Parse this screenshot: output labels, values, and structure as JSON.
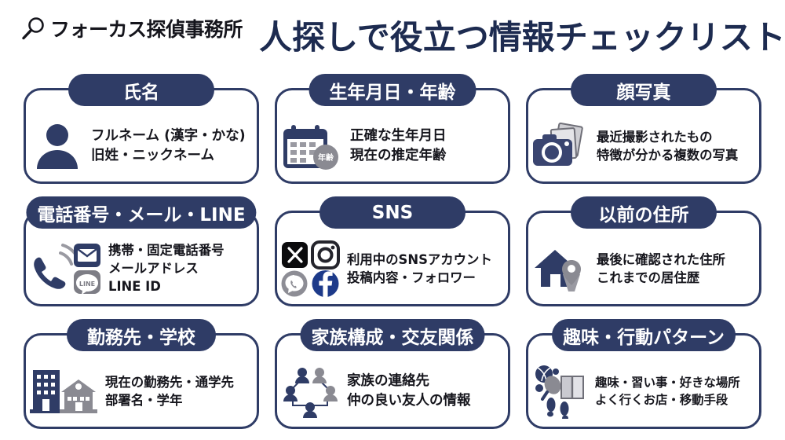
{
  "header": {
    "logo_icon": "magnifier-icon",
    "logo_text": "フォーカス探偵事務所",
    "title": "人探しで役立つ情報チェックリスト"
  },
  "colors": {
    "navy": "#2f3c66",
    "navy_title": "#1d2b50",
    "gray": "#8a8a92",
    "text": "#16161d",
    "background": "#ffffff"
  },
  "cards": [
    {
      "id": "name",
      "title": "氏名",
      "icons": [
        "person-icon"
      ],
      "lines": [
        "フルネーム (漢字・かな)",
        "旧姓・ニックネーム"
      ]
    },
    {
      "id": "birthdate-age",
      "title": "生年月日・年齢",
      "icons": [
        "calendar-icon",
        "age-badge-icon"
      ],
      "badge_label": "年齢",
      "lines": [
        "正確な生年月日",
        "現在の推定年齢"
      ]
    },
    {
      "id": "face-photo",
      "title": "顔写真",
      "icons": [
        "camera-icon",
        "photos-icon"
      ],
      "lines": [
        "最近撮影されたもの",
        "特徴が分かる複数の写真"
      ]
    },
    {
      "id": "phone-mail-line",
      "title": "電話番号・メール・LINE",
      "icons": [
        "phone-icon",
        "mail-icon",
        "line-icon"
      ],
      "line_label": "LINE",
      "lines": [
        "携帯・固定電話番号",
        "メールアドレス",
        "LINE ID"
      ]
    },
    {
      "id": "sns",
      "title": "SNS",
      "icons": [
        "x-icon",
        "instagram-icon",
        "whatsapp-icon",
        "facebook-icon"
      ],
      "lines": [
        "利用中のSNSアカウント",
        "投稿内容・フォロワー"
      ]
    },
    {
      "id": "previous-address",
      "title": "以前の住所",
      "icons": [
        "house-icon",
        "map-pin-icon"
      ],
      "lines": [
        "最後に確認された住所",
        "これまでの居住歴"
      ]
    },
    {
      "id": "workplace-school",
      "title": "勤務先・学校",
      "icons": [
        "office-building-icon",
        "school-icon"
      ],
      "lines": [
        "現在の勤務先・通学先",
        "部署名・学年"
      ]
    },
    {
      "id": "family-friends",
      "title": "家族構成・交友関係",
      "icons": [
        "people-network-icon"
      ],
      "lines": [
        "家族の連絡先",
        "仲の良い友人の情報"
      ]
    },
    {
      "id": "hobby-behavior",
      "title": "趣味・行動パターン",
      "icons": [
        "ball-icon",
        "paddle-icon",
        "book-icon",
        "footprints-icon"
      ],
      "lines": [
        "趣味・習い事・好きな場所",
        "よく行くお店・移動手段"
      ]
    }
  ]
}
